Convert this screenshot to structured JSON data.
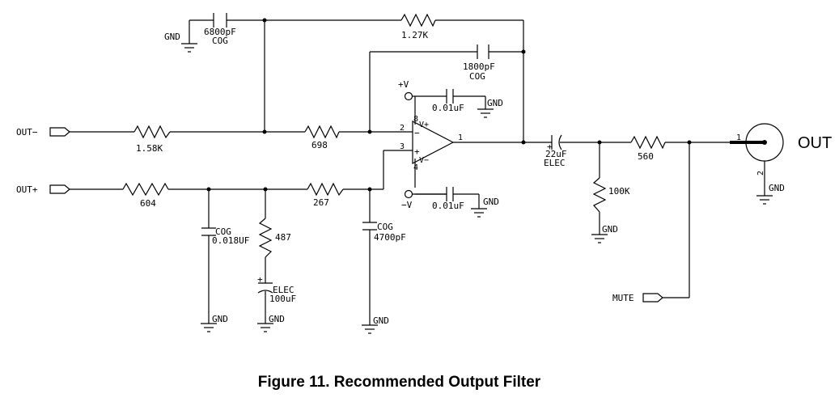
{
  "caption": "Figure 11.  Recommended Output Filter",
  "ports": {
    "out_minus": "OUT−",
    "out_plus": "OUT+",
    "mute": "MUTE",
    "out": "OUT"
  },
  "components": {
    "c_6800": [
      "6800pF",
      "COG"
    ],
    "r_1_27k": "1.27K",
    "c_1800": [
      "1800pF",
      "COG"
    ],
    "r_1_58k": "1.58K",
    "r_698": "698",
    "r_604": "604",
    "r_267": "267",
    "c_018": [
      "COG",
      "0.018UF"
    ],
    "r_487": "487",
    "c_100u": [
      "ELEC",
      "100uF"
    ],
    "c_4700": [
      "COG",
      "4700pF"
    ],
    "c_001_top": "0.01uF",
    "c_001_bot": "0.01uF",
    "c_22u": [
      "22uF",
      "ELEC"
    ],
    "r_560": "560",
    "r_100k": "100K"
  },
  "supplies": {
    "pos": "+V",
    "neg": "−V"
  },
  "ground": "GND",
  "opamp": {
    "pin_8": "8",
    "pin_2": "2",
    "pin_3": "3",
    "pin_4": "4",
    "pin_1": "1",
    "vplus": "V+",
    "vminus": "V−",
    "inv": "−",
    "noninv": "+"
  },
  "connector": {
    "pin_1": "1",
    "pin_2": "2"
  },
  "polarity_mark": "+"
}
